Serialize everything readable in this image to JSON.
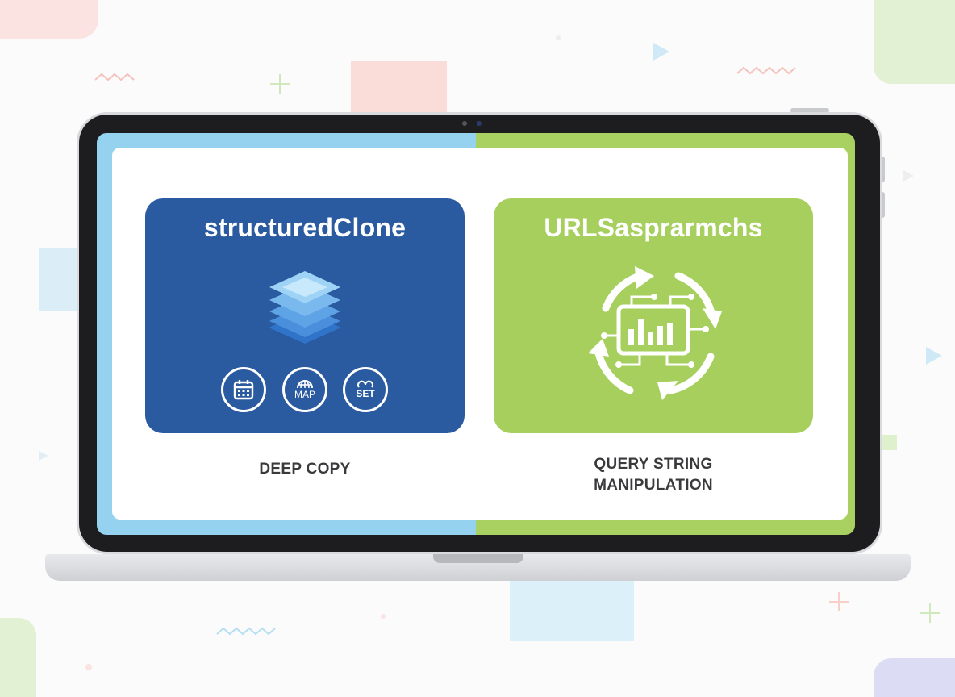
{
  "left_panel": {
    "title": "structuredClone",
    "caption": "DEEP COPY",
    "icons": [
      {
        "name": "calendar-icon",
        "label": ""
      },
      {
        "name": "map-icon",
        "label": "MAP"
      },
      {
        "name": "set-icon",
        "label": "SET"
      }
    ],
    "accent": "#2a5a9f",
    "screen_color": "#94d2f0"
  },
  "right_panel": {
    "title": "URLSasprarmchs",
    "caption_line1": "QUERY STRING",
    "caption_line2": "MANIPULATION",
    "accent": "#a6cf5e",
    "screen_color": "#a8d161"
  }
}
